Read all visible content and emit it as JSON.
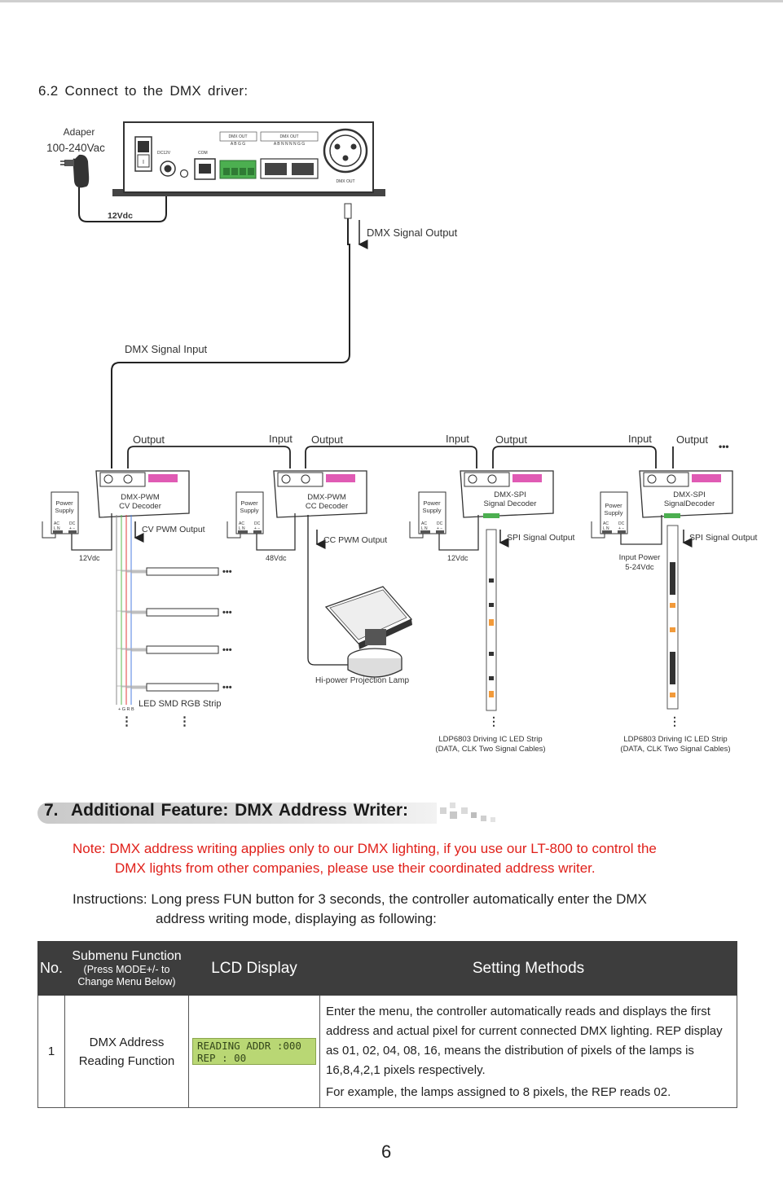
{
  "section_62": "6.2  Connect  to  the  DMX  driver:",
  "diagram": {
    "adapter_label": "Adaper",
    "adapter_voltage": "100-240Vac",
    "controller": {
      "dc12v": "DC12V",
      "com": "COM",
      "dmx_out_a": "DMX OUT",
      "dmx_out_a_pins": "A  B  G  G",
      "dmx_out_b": "DMX OUT",
      "dmx_out_b_pins": "A  B  N  N  N  N  G  G",
      "dmx_out_xlr": "DMX OUT"
    },
    "supply_12vdc_label": "12Vdc",
    "dmx_signal_output": "DMX Signal Output",
    "dmx_signal_input": "DMX Signal Input",
    "output": "Output",
    "input": "Input",
    "ellipsis": "•••",
    "power_supply_line1": "Power",
    "power_supply_line2": "Supply",
    "ps_ac": "AC",
    "ps_dc": "DC",
    "ps_ln": "L  N",
    "ps_pm": "+  −",
    "decoders": [
      {
        "line1": "DMX-PWM",
        "line2": "CV  Decoder",
        "out_label": "CV PWM Output",
        "voltage": "12Vdc"
      },
      {
        "line1": "DMX-PWM",
        "line2": "CC  Decoder",
        "out_label": "CC PWM Output",
        "voltage": "48Vdc"
      },
      {
        "line1": "DMX-SPI",
        "line2": "Signal  Decoder",
        "out_label": "SPI Signal Output",
        "voltage": "12Vdc"
      },
      {
        "line1": "DMX-SPI",
        "line2": "SignalDecoder",
        "out_label": "SPI Signal Output",
        "voltage_line1": "Input Power",
        "voltage_line2": "5-24Vdc"
      }
    ],
    "rgb_strip_label": "LED  SMD  RGB  Strip",
    "rgb_wire_labels": "+ G R B",
    "lamp_label": "Hi-power  Projection  Lamp",
    "ldp_strip_line1": "LDP6803  Driving  IC  LED  Strip",
    "ldp_strip_line2": "(DATA,  CLK  Two  Signal  Cables)",
    "vertical_dots": "⋮"
  },
  "section7": {
    "number": "7.",
    "title": "Additional  Feature:  DMX  Address  Writer:"
  },
  "note": {
    "line1": "Note:  DMX  address  writing  applies  only  to  our  DMX  lighting,  if  you  use  our  LT-800  to  control  the",
    "line2": "DMX  lights  from  other  companies,  please  use  their  coordinated  address  writer."
  },
  "instructions": {
    "line1": "Instructions:  Long  press  FUN  button  for  3  seconds,  the  controller  automatically  enter  the  DMX",
    "line2": "address  writing  mode,  displaying  as  following:"
  },
  "table": {
    "headers": {
      "no": "No.",
      "submenu": "Submenu  Function",
      "submenu_note1": "(Press  MODE+/-  to",
      "submenu_note2": "Change  Menu  Below)",
      "lcd": "LCD  Display",
      "setting": "Setting  Methods"
    },
    "rows": [
      {
        "no": "1",
        "function_line1": "DMX Address",
        "function_line2": "Reading Function",
        "lcd_line1": "READING  ADDR :000",
        "lcd_line2": "REP : 00",
        "setting_para1": "Enter the menu, the controller automatically reads and displays the first address and actual pixel for current connected DMX lighting. REP display as 01, 02, 04, 08, 16, means the distribution of pixels of the lamps is 16,8,4,2,1 pixels respectively.",
        "setting_para2": "For example, the lamps assigned to 8 pixels, the REP reads 02."
      }
    ]
  },
  "page_number": "6",
  "colors": {
    "note_red": "#e0201a",
    "header_dark": "#3d3d3d",
    "lcd_green": "#b9d774",
    "connector_green": "#4caf50",
    "dip_pink": "#e05bb4"
  }
}
